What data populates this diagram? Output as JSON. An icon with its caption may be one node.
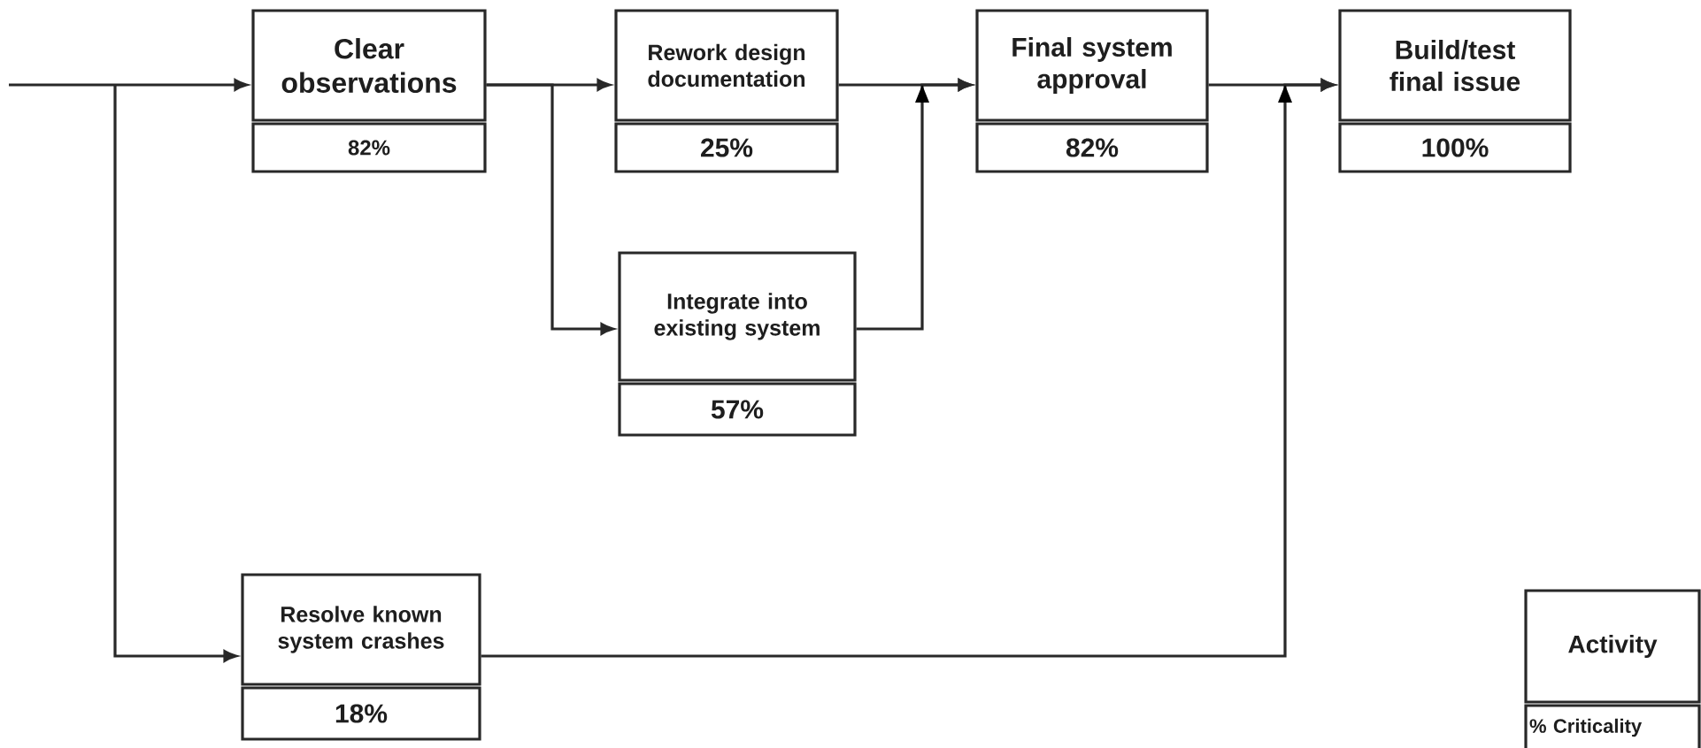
{
  "diagram": {
    "nodes": [
      {
        "text": [
          "Clear observations",
          "82%"
        ]
      },
      {
        "text": [
          "Rework design documentation",
          "25%"
        ]
      },
      {
        "text": [
          "Final system approval",
          "82%"
        ]
      },
      {
        "text": [
          "Build/test final issue",
          "100%"
        ]
      },
      {
        "text": [
          "Integrate into existing system",
          "57%"
        ]
      },
      {
        "text": [
          "Resolve known system crashes",
          "18%"
        ]
      },
      {
        "text": [
          "Activity",
          "% Criticality"
        ]
      }
    ],
    "edges": [
      {
        "from": null,
        "to": 0,
        "arrow": "to"
      },
      {
        "from": null,
        "to": 5,
        "arrow": "to"
      },
      {
        "from": 0,
        "to": 1,
        "arrow": "to"
      },
      {
        "from": 0,
        "to": 4,
        "arrow": "to"
      },
      {
        "from": 1,
        "to": 2,
        "arrow": "to"
      },
      {
        "from": 4,
        "to": 2,
        "arrow": "to"
      },
      {
        "from": 2,
        "to": 3,
        "arrow": "to"
      },
      {
        "from": 5,
        "to": 3,
        "arrow": "to"
      }
    ]
  }
}
